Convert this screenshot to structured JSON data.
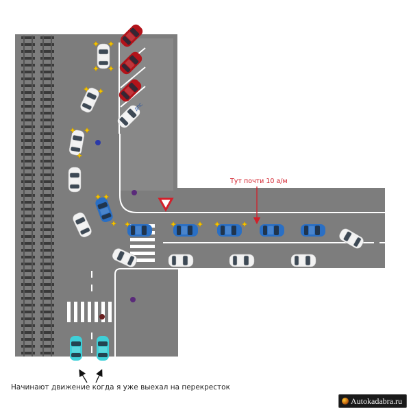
{
  "annotation": "Тут почти 10 а/м",
  "caption": "Начинают движение когда я уже выехал на перекресток",
  "watermark": "Autokadabra.ru",
  "police_label": "ДПС",
  "colors": {
    "road": "#7d7d7d",
    "asphalt_light": "#8a8a8a",
    "curb": "#ffffff",
    "rail": "#444444",
    "red_car": "#b3131a",
    "white_car": "#f2f2f2",
    "blue_car": "#2a6fc4",
    "cyan_car": "#3fd0d8",
    "accent_red": "#d21f2a",
    "hazard_yellow": "#f5c400"
  }
}
